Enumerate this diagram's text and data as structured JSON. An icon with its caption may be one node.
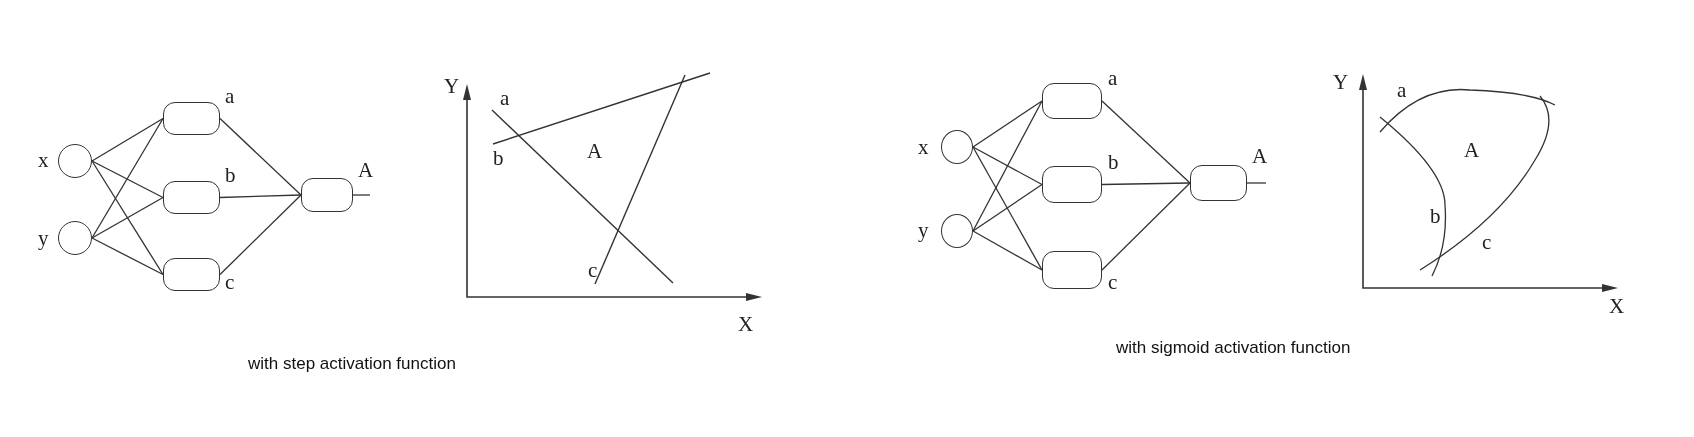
{
  "diagram": {
    "nodes": [
      {
        "text": [],
        "shape": "circle",
        "beside": [
          "x"
        ]
      },
      {
        "text": [],
        "shape": "circle",
        "beside": [
          "y"
        ]
      },
      {
        "text": [],
        "shape": "box",
        "beside": [
          "a"
        ]
      },
      {
        "text": [],
        "shape": "box",
        "beside": [
          "b"
        ]
      },
      {
        "text": [],
        "shape": "box",
        "beside": [
          "c"
        ]
      },
      {
        "text": [],
        "shape": "box",
        "beside": [
          "A"
        ]
      },
      {
        "text": [],
        "shape": "circle",
        "beside": [
          "x"
        ]
      },
      {
        "text": [],
        "shape": "circle",
        "beside": [
          "y"
        ]
      },
      {
        "text": [],
        "shape": "box",
        "beside": [
          "a"
        ]
      },
      {
        "text": [],
        "shape": "box",
        "beside": [
          "b"
        ]
      },
      {
        "text": [],
        "shape": "box",
        "beside": [
          "c"
        ]
      },
      {
        "text": [],
        "shape": "box",
        "beside": [
          "A"
        ]
      }
    ],
    "edges": [
      {
        "from": 0,
        "to": 2,
        "arrow": "none"
      },
      {
        "from": 0,
        "to": 3,
        "arrow": "none"
      },
      {
        "from": 0,
        "to": 4,
        "arrow": "none"
      },
      {
        "from": 1,
        "to": 2,
        "arrow": "none"
      },
      {
        "from": 1,
        "to": 3,
        "arrow": "none"
      },
      {
        "from": 1,
        "to": 4,
        "arrow": "none"
      },
      {
        "from": 2,
        "to": 5,
        "arrow": "none"
      },
      {
        "from": 3,
        "to": 5,
        "arrow": "none"
      },
      {
        "from": 4,
        "to": 5,
        "arrow": "none"
      },
      {
        "from": 5,
        "to": null,
        "arrow": "none"
      },
      {
        "from": 6,
        "to": 8,
        "arrow": "none"
      },
      {
        "from": 6,
        "to": 9,
        "arrow": "none"
      },
      {
        "from": 6,
        "to": 10,
        "arrow": "none"
      },
      {
        "from": 7,
        "to": 8,
        "arrow": "none"
      },
      {
        "from": 7,
        "to": 9,
        "arrow": "none"
      },
      {
        "from": 7,
        "to": 10,
        "arrow": "none"
      },
      {
        "from": 8,
        "to": 11,
        "arrow": "none"
      },
      {
        "from": 9,
        "to": 11,
        "arrow": "none"
      },
      {
        "from": 10,
        "to": 11,
        "arrow": "none"
      },
      {
        "from": 11,
        "to": null,
        "arrow": "none"
      }
    ],
    "labels": [
      "Y",
      "a",
      "A",
      "b",
      "c",
      "X",
      "with step activation function",
      "Y",
      "a",
      "A",
      "b",
      "c",
      "X",
      "with sigmoid activation function"
    ]
  }
}
